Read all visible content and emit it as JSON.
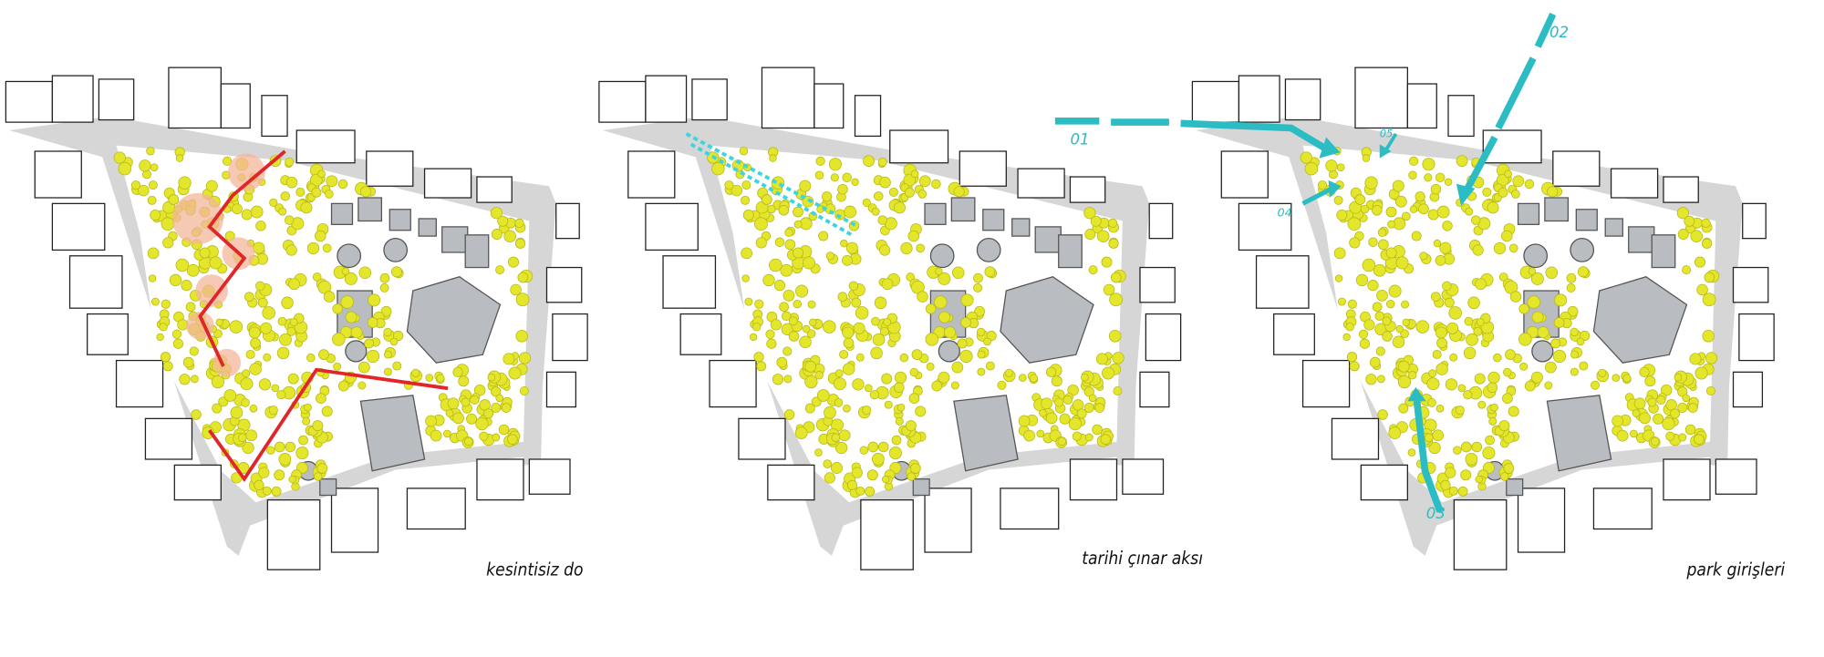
{
  "panels": [
    {
      "caption": "kesintisiz do",
      "overlay": "continuous-path"
    },
    {
      "caption": "tarihi çınar aksı",
      "overlay": "plane-tree-axis"
    },
    {
      "caption": "park girişleri",
      "overlay": "park-entrances"
    }
  ],
  "entrances": [
    "01",
    "02",
    "03",
    "04",
    "05"
  ],
  "colors": {
    "tree": "#e3e62a",
    "road": "#d6d6d6",
    "building_gray": "#b9bcc0",
    "path_red": "#e0262b",
    "zone_pink": "#f4b79c",
    "accent_cyan": "#2bbcc4"
  }
}
